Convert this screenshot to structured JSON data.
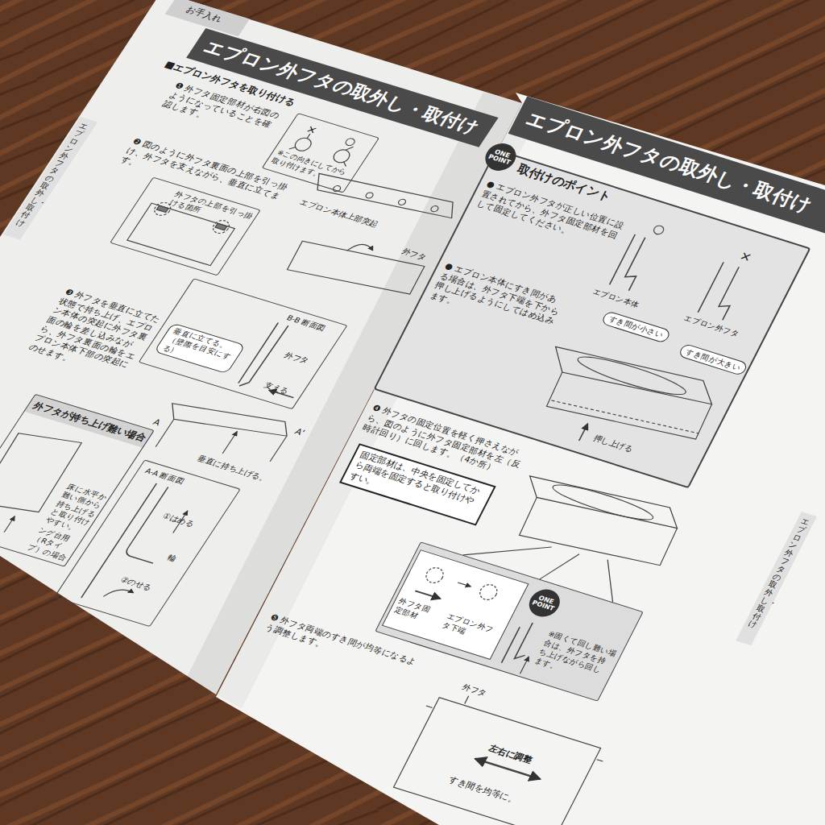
{
  "diagram": {
    "nodes": [
      {
        "text": [
          "エプロン外フタの取外し・取付け"
        ]
      },
      {
        "text": [
          "※この向きにしてから取り付けます。"
        ]
      },
      {
        "text": [
          "外フタの上部を引っ掛ける箇所"
        ]
      },
      {
        "text": [
          "B-B 断面図"
        ]
      },
      {
        "text": [
          "垂直に立てる。（壁際を目安にする）"
        ],
        "in": 3
      },
      {
        "text": [
          "外フタが持ち上げ難い場合",
          "床に水平か難い側から持ち上げると取り付けやすい。",
          "ング台用（Rタイプ）の場合"
        ]
      },
      {
        "text": [
          "A-A 断面図"
        ]
      },
      {
        "text": [
          "エプロン外フタの取外し・取付け"
        ]
      },
      {
        "text": [
          "取付けのポイント",
          "● エプロン外フタが正しい位置に設置されてから、外フタ固定部材を回して固定してください。",
          "● エプロン本体にすき間がある場合は、外フタ下端を下から押し上げるようにしてはめ込みます。"
        ]
      },
      {
        "text": [
          "ONE POINT"
        ],
        "in": 8
      },
      {
        "text": [
          "すき間が小さい"
        ],
        "in": 8
      },
      {
        "text": [
          "すき間が大きい"
        ],
        "in": 8
      },
      {
        "text": [
          "固定部材は、中央を固定してから両端を固定すると取り付けやすい。"
        ]
      },
      {
        "text": [
          "※固くて回し難い場合は、外フタを持ち上げながら回します。"
        ]
      },
      {
        "text": [
          "ONE POINT"
        ],
        "in": 13
      }
    ],
    "labels": [
      "お手入れ",
      "■エプロン外フタを取り付ける",
      "❶ 外フタ固定部材が右図のようになっていることを確認します。",
      "×",
      "○",
      "❷ 図のように外フタ裏面の上部を引っ掛け、外フタを支えながら、垂直に立てます。",
      "エプロン本体上部突起",
      "外フタ",
      "❸ 外フタを垂直に立てた状態で持ち上げ、エプロン本体の突起に外フタ裏面の輪を差し込みながら、外フタ裏面の輪をエプロン本体下部の突起にのせます。",
      "外フタ",
      "支える",
      "A",
      "A'",
      "垂直に持ち上げる。",
      "①はめる",
      "輪",
      "②のせる",
      "エプロン外フタの取外し・取付け",
      "○",
      "×",
      "エプロン本体",
      "エプロン外フタ",
      "押し上げる",
      "❹ 外フタの固定位置を軽く押さえながら、図のように外フタ固定部材を左（反時計回り）に回します。（4か所）",
      "外フタ固定部材",
      "エプロン外フタ下端",
      "❺ 外フタ両端のすき間が均等になるよう調整します。",
      "外フタ",
      "左右に調整",
      "すき間を均等に。",
      "エプロン外フタの取外し・取付け"
    ]
  }
}
